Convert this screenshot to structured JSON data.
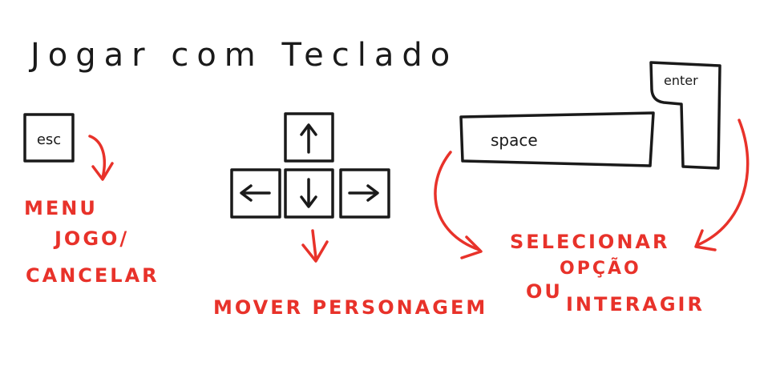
{
  "title": "Jogar com Teclado",
  "keys": {
    "esc": "esc",
    "space": "space",
    "enter": "enter"
  },
  "labels": {
    "menu_line1": "MENU",
    "menu_line2": "JOGO/",
    "menu_line3": "CANCELAR",
    "move": "MOVER PERSONAGEM",
    "select_line1": "SELECIONAR",
    "select_line2": "OPÇÃO",
    "select_line3": "OU",
    "select_line4": "INTERAGIR"
  },
  "colors": {
    "ink": "#1a1a1a",
    "annotation": "#e8322a",
    "background": "#ffffff"
  },
  "icons": {
    "up": "arrow-up-icon",
    "down": "arrow-down-icon",
    "left": "arrow-left-icon",
    "right": "arrow-right-icon"
  }
}
